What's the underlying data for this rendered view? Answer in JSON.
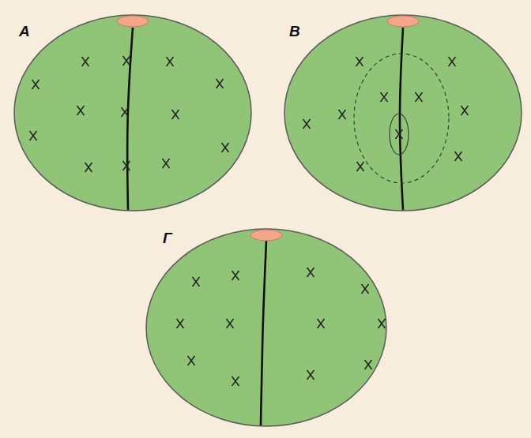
{
  "diagram": {
    "nodes": [
      {
        "text": [
          "А"
        ]
      },
      {
        "text": [
          "В"
        ]
      },
      {
        "text": [
          "Г"
        ]
      }
    ]
  }
}
